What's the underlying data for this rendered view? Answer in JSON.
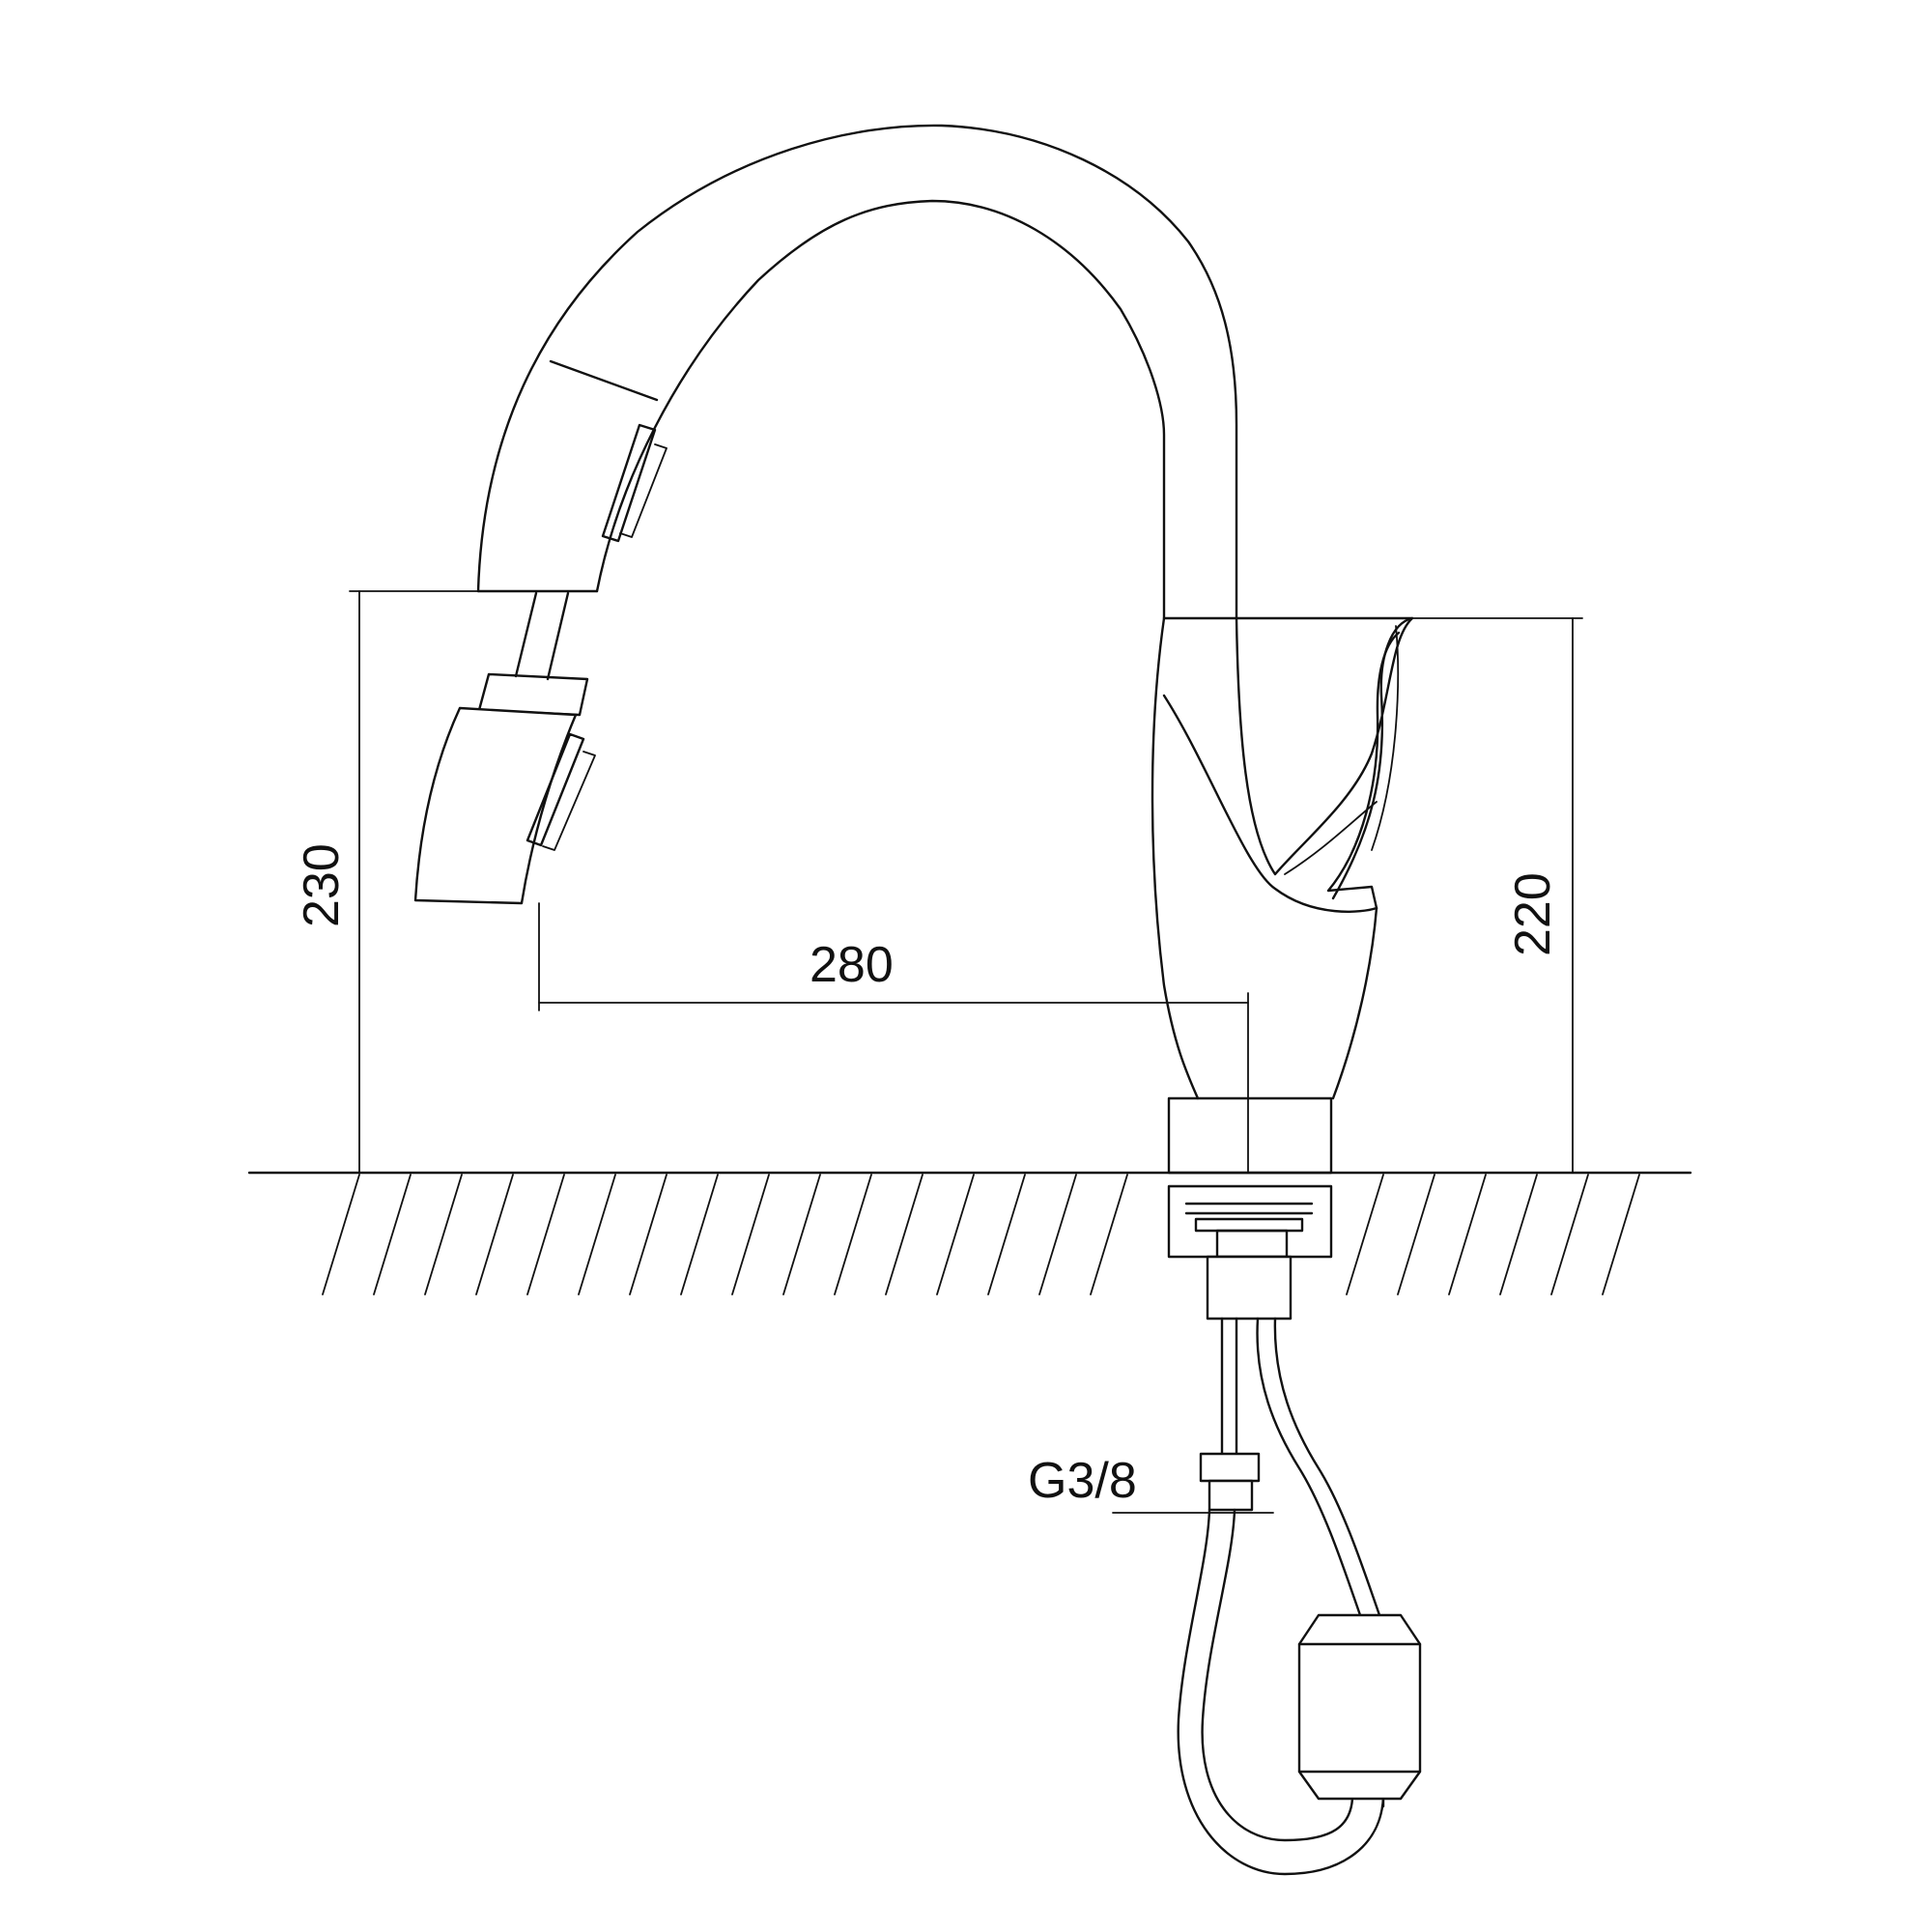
{
  "dimensions": {
    "height_spout": "230",
    "height_body": "220",
    "reach": "280",
    "thread": "G3/8"
  },
  "colors": {
    "line": "#111111",
    "background": "#ffffff"
  }
}
